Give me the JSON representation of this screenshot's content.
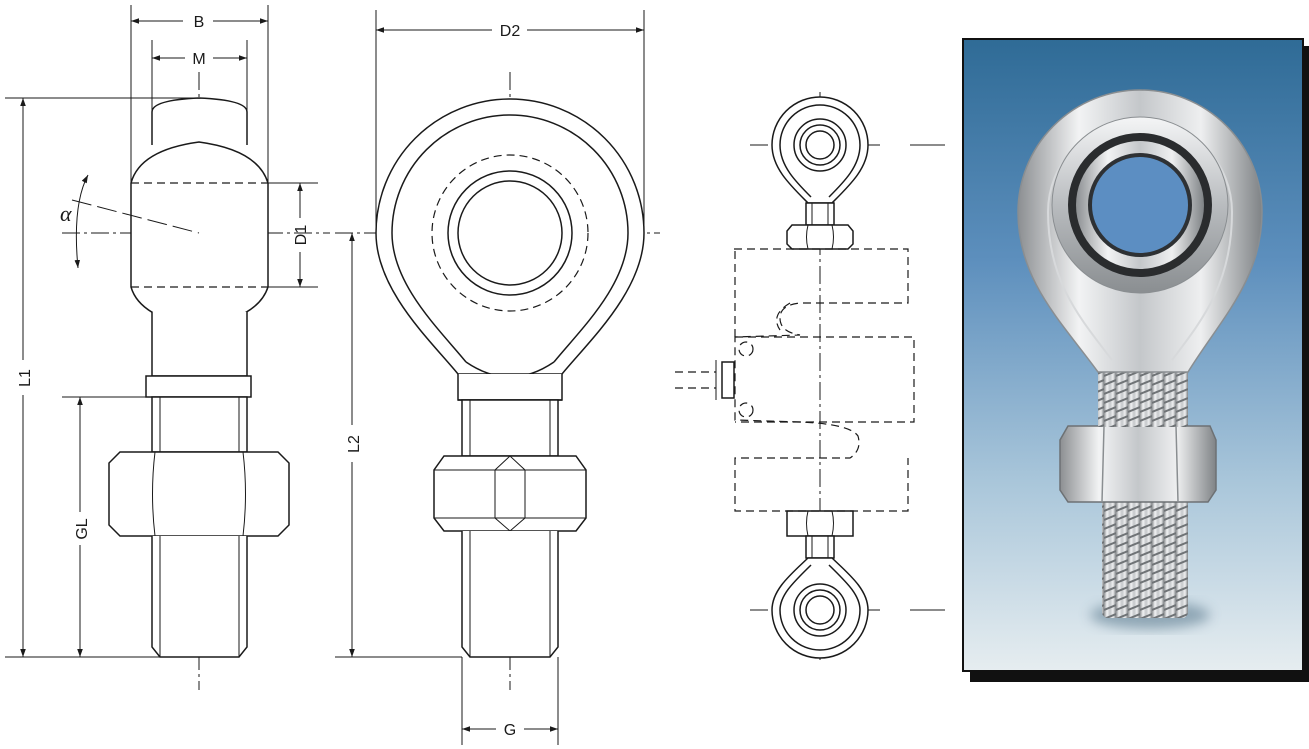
{
  "dimensions": {
    "b": "B",
    "m": "M",
    "d1": "D1",
    "d2": "D2",
    "l1": "L1",
    "l2": "L2",
    "gl": "GL",
    "g": "G",
    "alpha": "α"
  },
  "colors": {
    "line": "#1a1a1a",
    "panel_top": "#2f6b96",
    "panel_bottom": "#e6edf0",
    "panel_border": "#111111"
  }
}
